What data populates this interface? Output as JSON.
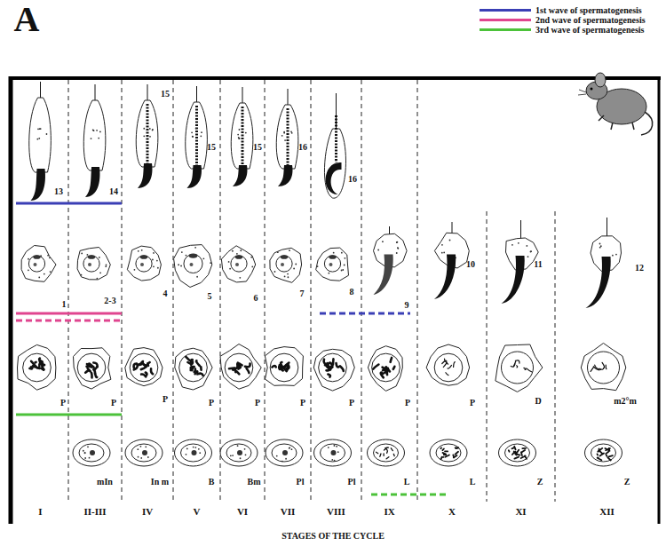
{
  "diagram": {
    "labels": [
      "A",
      "13",
      "14",
      "15",
      "15",
      "15",
      "16",
      "16",
      "1",
      "2-3",
      "4",
      "5",
      "6",
      "7",
      "8",
      "9",
      "10",
      "11",
      "12",
      "P",
      "P",
      "P",
      "P",
      "P",
      "P",
      "P",
      "P",
      "P",
      "D",
      "m2°m",
      "mIn",
      "In m",
      "B",
      "Bm",
      "Pl",
      "Pl",
      "L",
      "L",
      "Z",
      "Z",
      "I",
      "II-III",
      "IV",
      "V",
      "VI",
      "VII",
      "VIII",
      "IX",
      "X",
      "XI",
      "XII",
      "STAGES OF THE CYCLE"
    ],
    "legend": [
      {
        "text": "1st wave of spermatogenesis",
        "color": "#3b3fb5"
      },
      {
        "text": "2nd wave of spermatogenesis",
        "color": "#e0458f"
      },
      {
        "text": "3rd wave of spermatogenesis",
        "color": "#4cc23a"
      }
    ]
  }
}
